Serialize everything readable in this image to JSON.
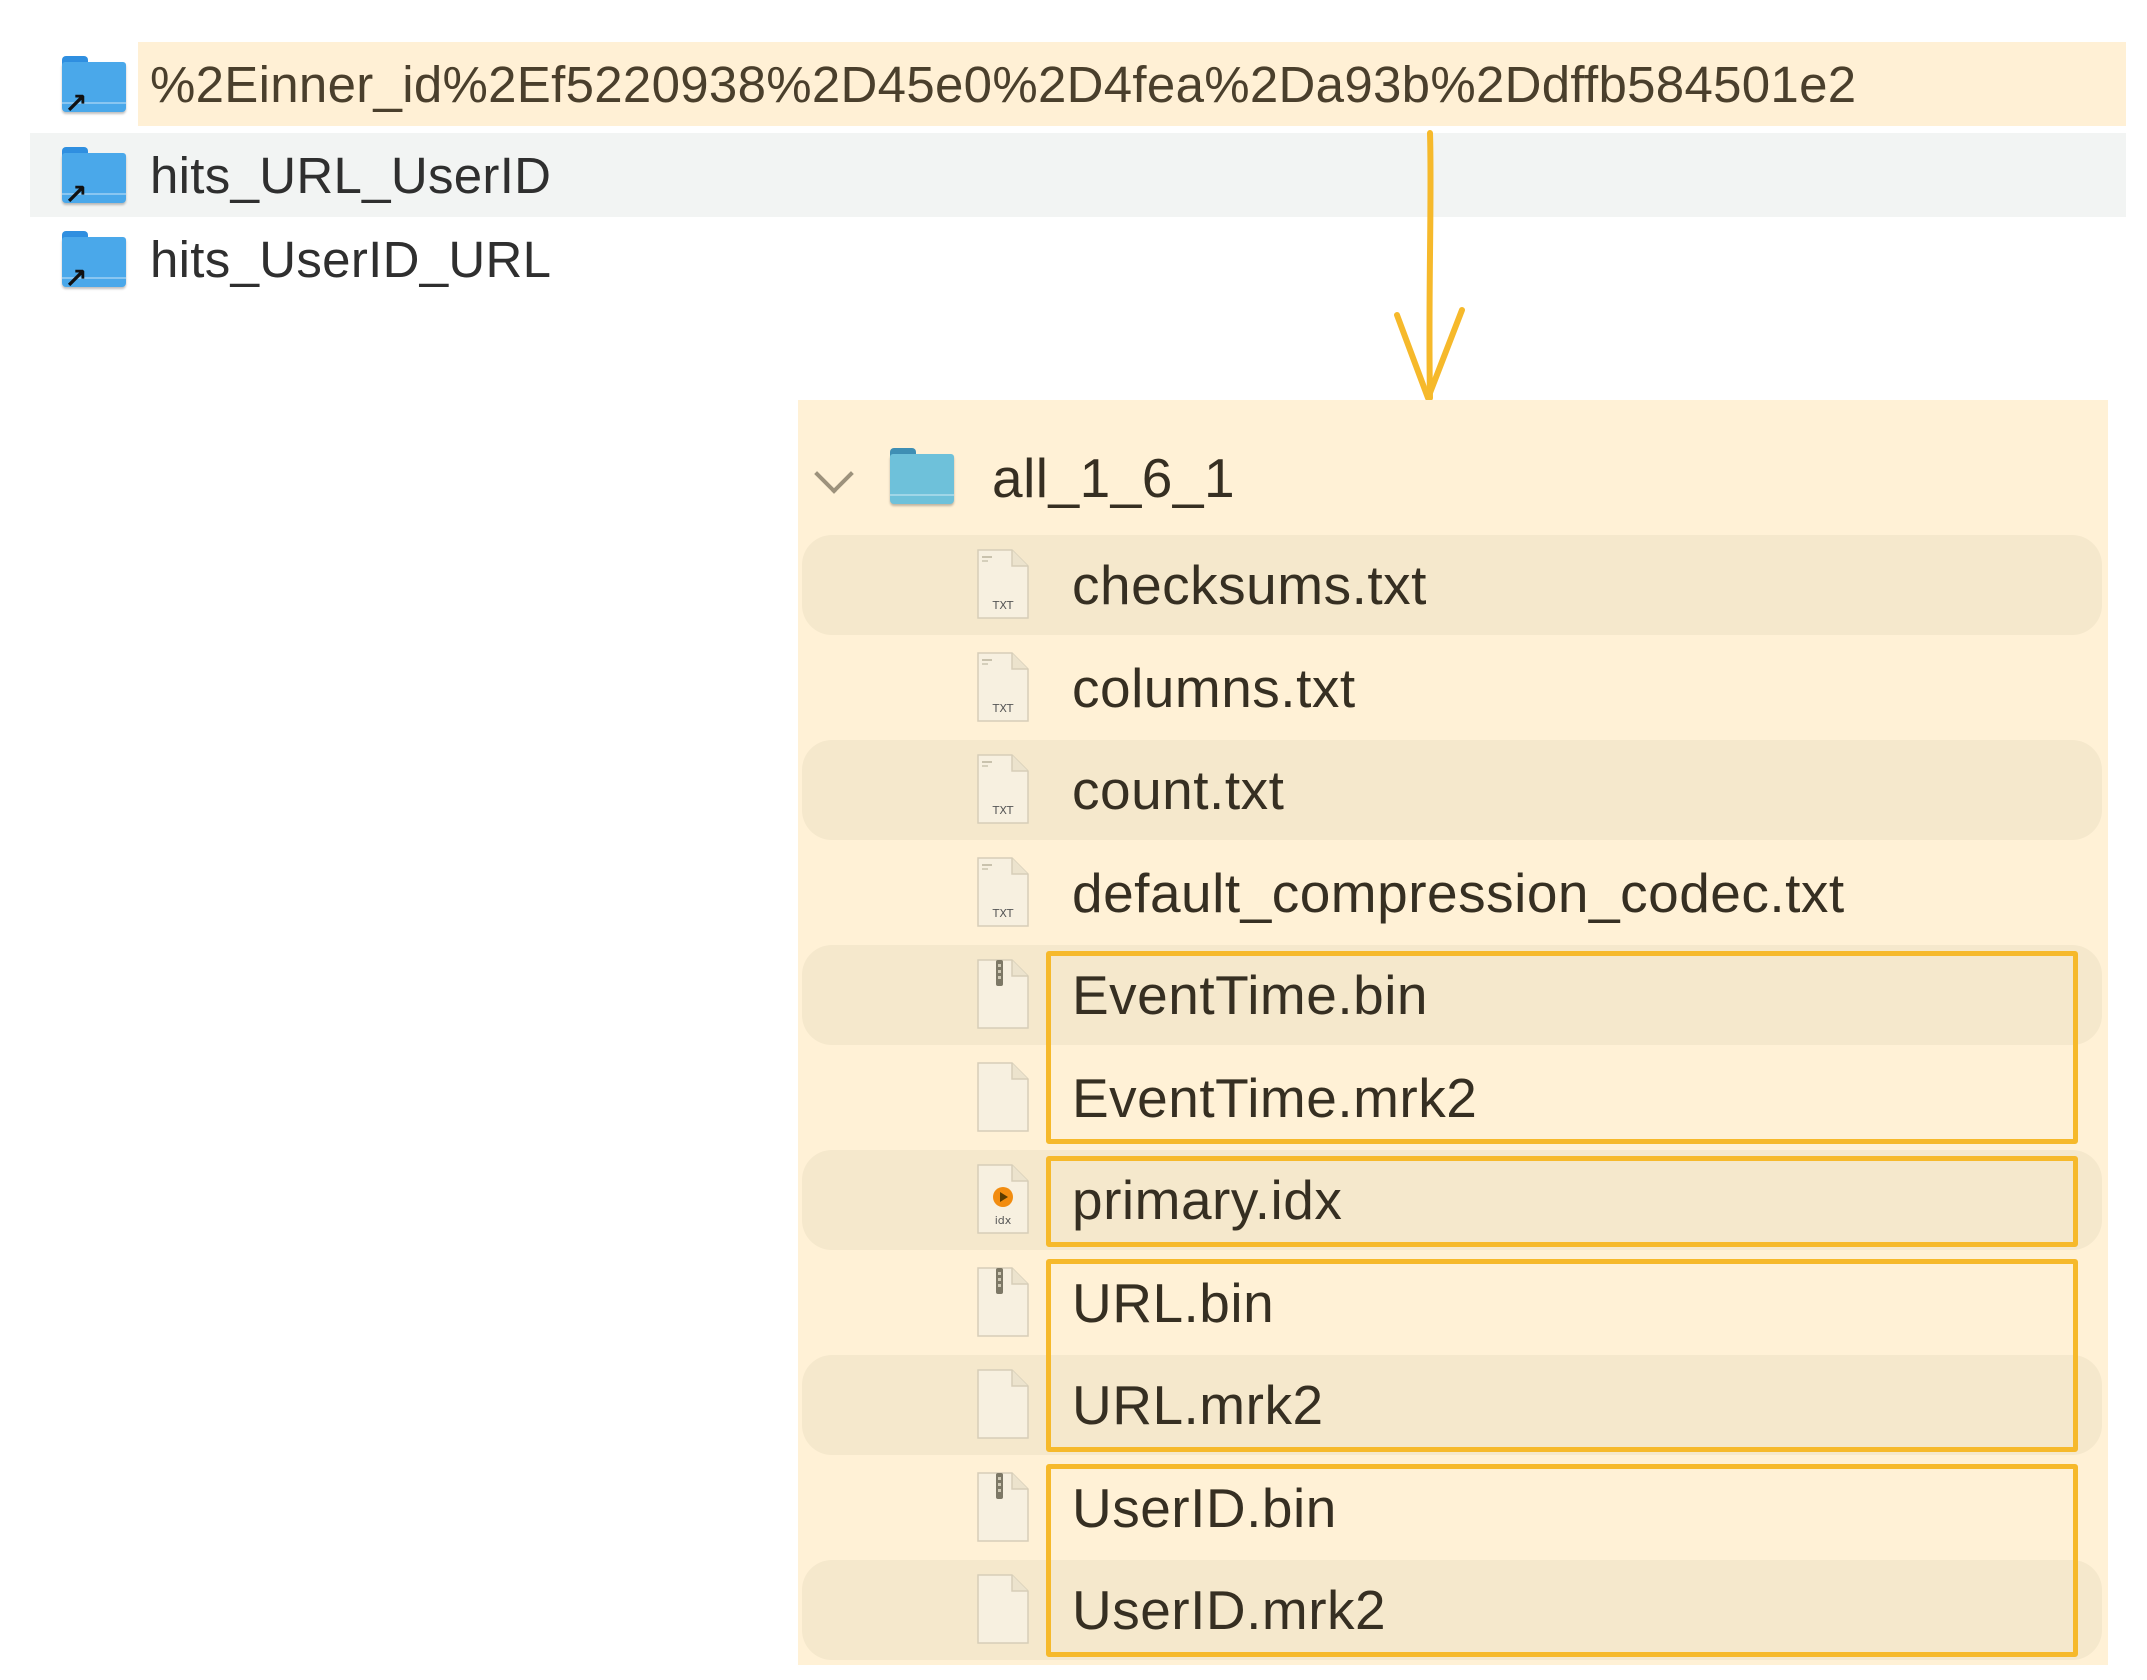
{
  "colors": {
    "highlight": "#f6b92b",
    "panel_bg": "#fff1d6",
    "folder_blue": "#4aa8ea",
    "selected_row": "#fff0d5",
    "hover_row": "#f2f4f3"
  },
  "top_items": [
    {
      "name": "%2Einner_id%2Ef5220938%2D45e0%2D4fea%2Da93b%2Ddffb584501e2",
      "icon": "folder-alias-icon",
      "highlighted": true
    },
    {
      "name": "hits_URL_UserID",
      "icon": "folder-alias-icon"
    },
    {
      "name": "hits_UserID_URL",
      "icon": "folder-alias-icon"
    }
  ],
  "expanded_folder": {
    "name": "all_1_6_1",
    "icon": "folder-icon",
    "expanded": true,
    "files": [
      {
        "name": "checksums.txt",
        "icon": "txt-file-icon",
        "icon_label": "TXT"
      },
      {
        "name": "columns.txt",
        "icon": "txt-file-icon",
        "icon_label": "TXT"
      },
      {
        "name": "count.txt",
        "icon": "txt-file-icon",
        "icon_label": "TXT"
      },
      {
        "name": "default_compression_codec.txt",
        "icon": "txt-file-icon",
        "icon_label": "TXT"
      },
      {
        "name": "EventTime.bin",
        "icon": "archive-file-icon"
      },
      {
        "name": "EventTime.mrk2",
        "icon": "blank-file-icon"
      },
      {
        "name": "primary.idx",
        "icon": "idx-file-icon",
        "icon_label": "idx"
      },
      {
        "name": "URL.bin",
        "icon": "archive-file-icon"
      },
      {
        "name": "URL.mrk2",
        "icon": "blank-file-icon"
      },
      {
        "name": "UserID.bin",
        "icon": "archive-file-icon"
      },
      {
        "name": "UserID.mrk2",
        "icon": "blank-file-icon"
      }
    ]
  },
  "highlight_groups": [
    [
      "EventTime.bin",
      "EventTime.mrk2"
    ],
    [
      "primary.idx"
    ],
    [
      "URL.bin",
      "URL.mrk2"
    ],
    [
      "UserID.bin",
      "UserID.mrk2"
    ]
  ]
}
